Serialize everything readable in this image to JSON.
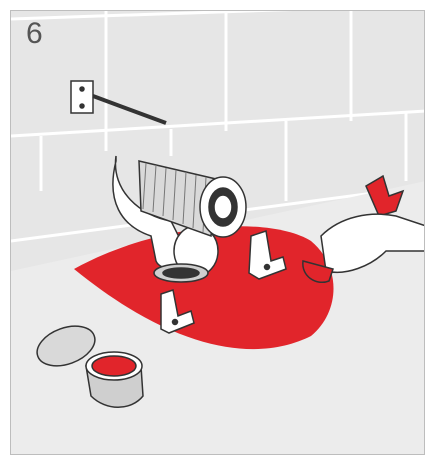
{
  "step": {
    "number": "6"
  },
  "colors": {
    "wall": "#e6e6e6",
    "floor": "#e3e3e3",
    "sealant": "#e1252b",
    "outline": "#333333",
    "white": "#ffffff"
  },
  "illustration": {
    "objects": [
      "wall-tiles",
      "wall-bracket",
      "toilet-pan-connector",
      "flexible-pipe",
      "floor-brackets",
      "sealant-area",
      "sealant-tub",
      "gloved-hand-with-cloth"
    ]
  }
}
